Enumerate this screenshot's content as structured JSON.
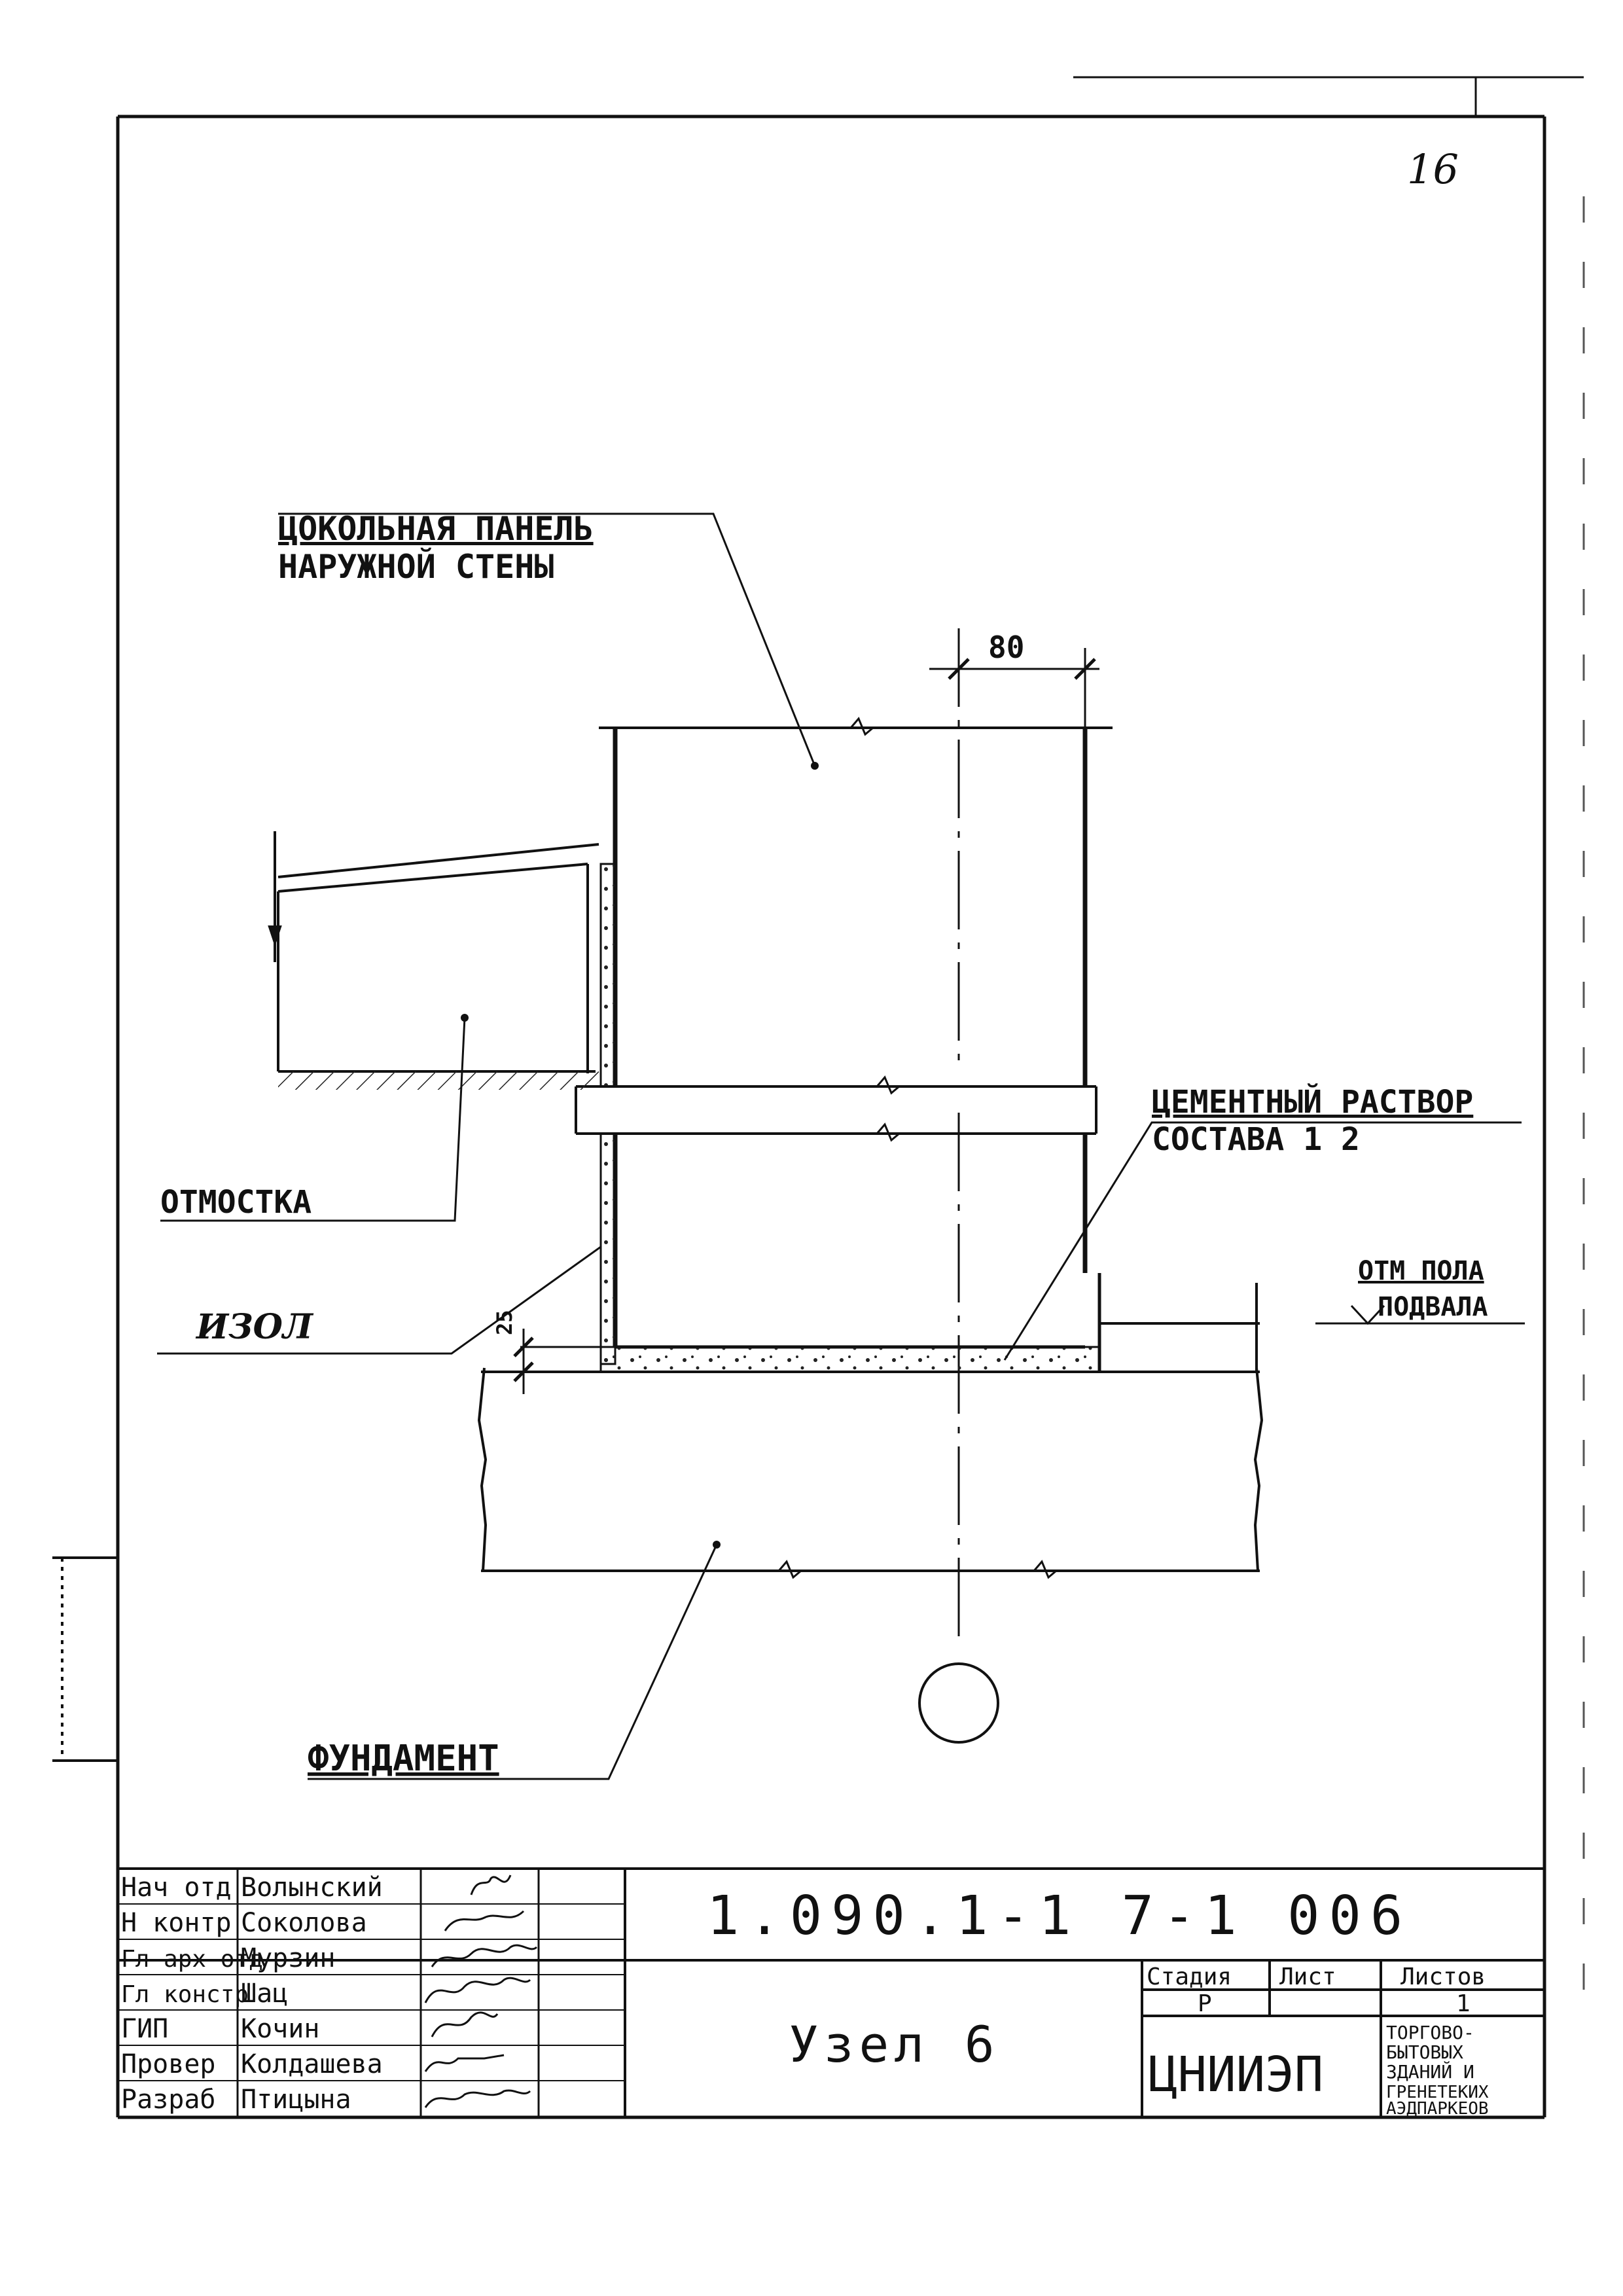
{
  "sheet": {
    "page_number": "16"
  },
  "labels": {
    "panel_line1": "ЦОКОЛЬНАЯ ПАНЕЛЬ",
    "panel_line2": "НАРУЖНОЙ СТЕНЫ",
    "dim_80": "80",
    "dim_25": "25",
    "mortar_line1": "ЦЕМЕНТНЫЙ РАСТВОР",
    "mortar_line2": "СОСТАВА 1 2",
    "blind_area": "ОТМОСТКА",
    "floor_line1": "ОТМ ПОЛА",
    "floor_line2": "ПОДВАЛА",
    "insulation": "ИЗОЛ",
    "foundation": "ФУНДАМЕНТ"
  },
  "title_block": {
    "document_code": "1.090.1-1 7-1 006",
    "title": "Узел 6",
    "organization": "ЦНИИЭП",
    "stage_header": "Стадия",
    "sheet_header": "Лист",
    "sheets_header": "Листов",
    "stage_value": "Р",
    "sheet_value": "",
    "sheets_value": "1",
    "subject_line1": "ТОРГОВО-",
    "subject_line2": "БЫТОВЫХ",
    "subject_line3": "ЗДАНИЙ И",
    "subject_line4": "ГРЕНЕТЕКИХ",
    "subject_line5": "АЭДПАРКЕОВ",
    "rows": [
      {
        "role": "Нач отд",
        "name": "Волынский"
      },
      {
        "role": "Н контр",
        "name": "Соколова"
      },
      {
        "role": "Гл арх отд",
        "name": "Мурзин"
      },
      {
        "role": "Гл констр",
        "name": "Шац"
      },
      {
        "role": "ГИП",
        "name": "Кочин"
      },
      {
        "role": "Провер",
        "name": "Колдашева"
      },
      {
        "role": "Разраб",
        "name": "Птицына"
      }
    ]
  }
}
